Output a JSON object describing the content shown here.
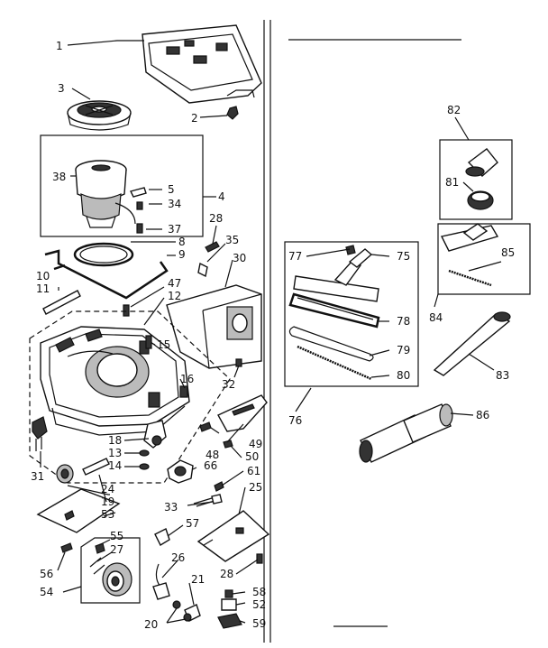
{
  "labels": {
    "l1": "1",
    "l2": "2",
    "l3": "3",
    "l4": "4",
    "l5": "5",
    "l8": "8",
    "l9": "9",
    "l10": "10",
    "l11": "11",
    "l12": "12",
    "l13": "13",
    "l14": "14",
    "l15": "15",
    "l16": "16",
    "l18": "18",
    "l19": "19",
    "l20": "20",
    "l21": "21",
    "l24": "24",
    "l25": "25",
    "l26": "26",
    "l27": "27",
    "l28a": "28",
    "l28b": "28",
    "l30": "30",
    "l31": "31",
    "l32": "32",
    "l33": "33",
    "l34": "34",
    "l35": "35",
    "l37": "37",
    "l38": "38",
    "l47": "47",
    "l48": "48",
    "l49": "49",
    "l50": "50",
    "l52": "52",
    "l53": "53",
    "l54": "54",
    "l55": "55",
    "l56": "56",
    "l57": "57",
    "l58": "58",
    "l59": "59",
    "l61": "61",
    "l66": "66",
    "l75": "75",
    "l76": "76",
    "l77": "77",
    "l78": "78",
    "l79": "79",
    "l80": "80",
    "l81": "81",
    "l82": "82",
    "l83": "83",
    "l84": "84",
    "l85": "85",
    "l86": "86"
  }
}
